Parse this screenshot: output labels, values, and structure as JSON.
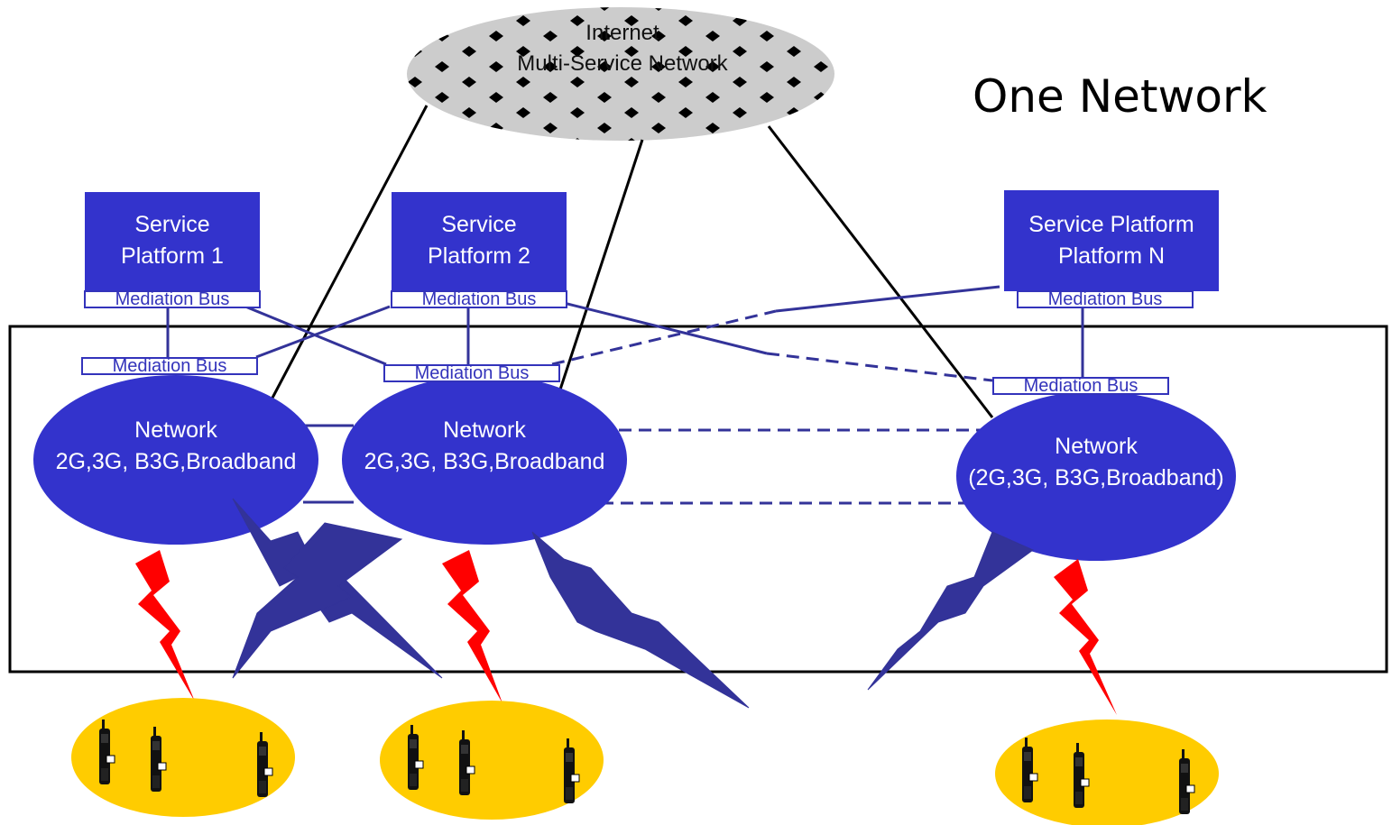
{
  "title": "One Network",
  "internet": {
    "line1": "Internet",
    "line2": "Multi-Service Network"
  },
  "service_platforms": [
    {
      "line1": "Service",
      "line2": "Platform 1"
    },
    {
      "line1": "Service",
      "line2": "Platform  2"
    },
    {
      "line1": "Service Platform",
      "line2": "Platform  N"
    }
  ],
  "mediation_bus_label": "Mediation Bus",
  "networks": [
    {
      "line1": "Network",
      "line2": "2G,3G, B3G,Broadband"
    },
    {
      "line1": "Network",
      "line2": "2G,3G, B3G,Broadband"
    },
    {
      "line1": "Network",
      "line2": "(2G,3G, B3G,Broadband)"
    }
  ],
  "colors": {
    "network": "#3333cc",
    "service_platform": "#3333cc",
    "mediation_bus": "#3333bb",
    "internet_cloud": "#cccccc",
    "terminal_group": "#ffcc00",
    "lightning_red": "#ff0000",
    "lightning_blue": "#333399"
  },
  "icons": [
    "mobile-phone-icon",
    "lightning-icon",
    "diamond-dot-pattern"
  ]
}
